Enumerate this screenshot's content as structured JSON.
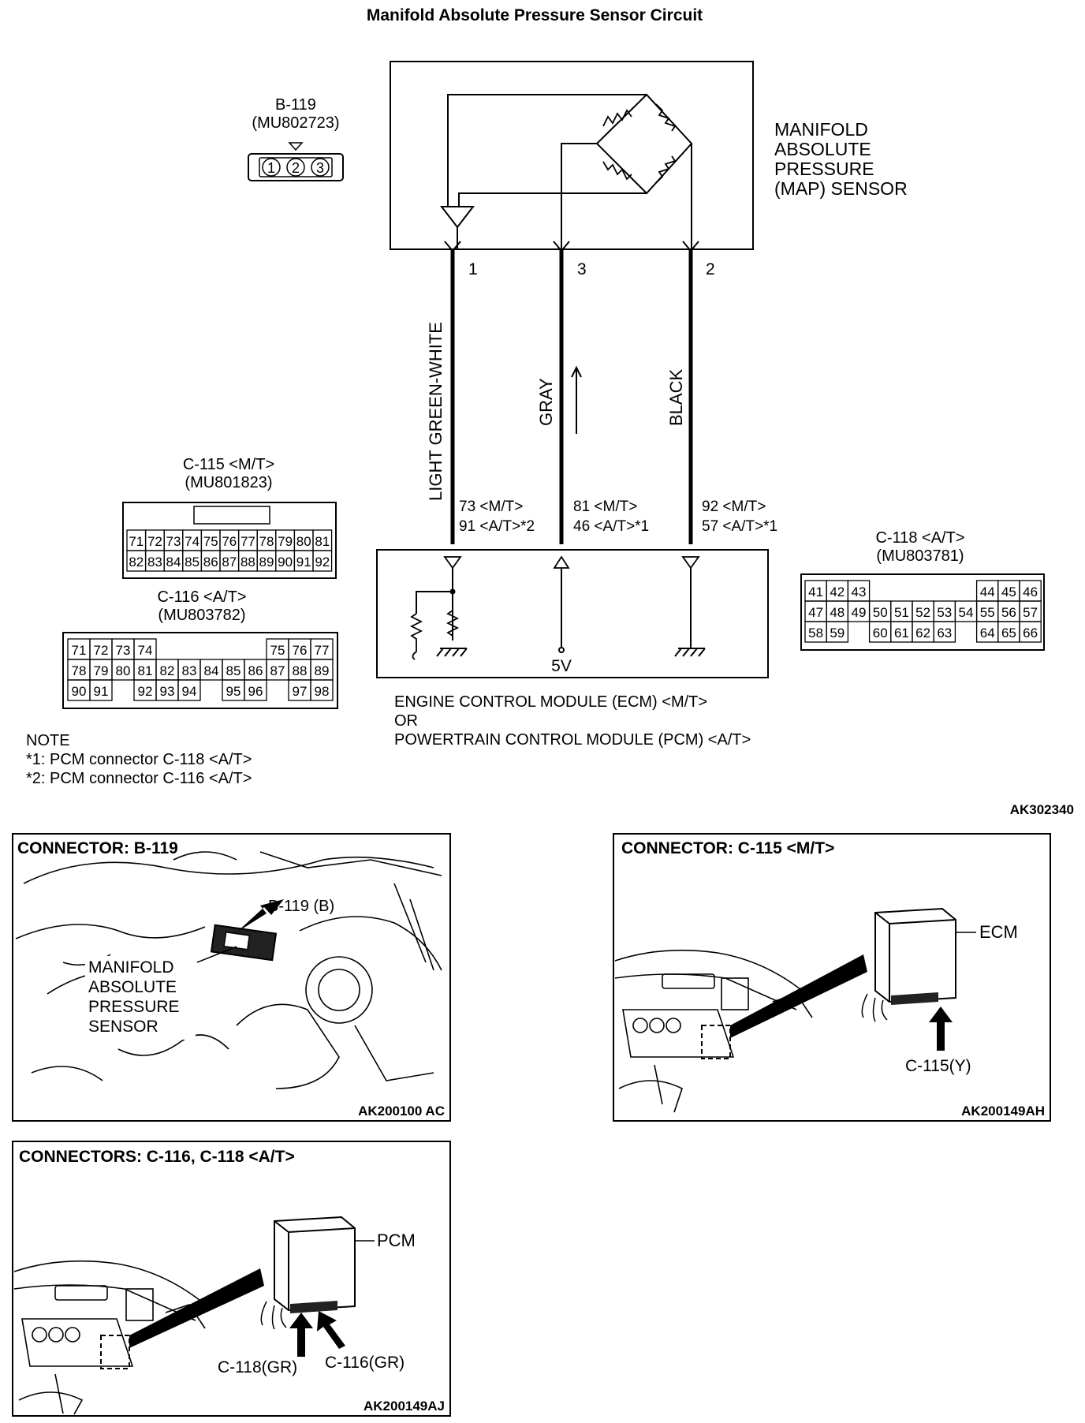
{
  "title": "Manifold Absolute Pressure Sensor Circuit",
  "b119": {
    "name": "B-119",
    "part": "(MU802723)",
    "pins": [
      "1",
      "2",
      "3"
    ]
  },
  "sensor": {
    "lines": [
      "MANIFOLD",
      "ABSOLUTE",
      "PRESSURE",
      "(MAP) SENSOR"
    ],
    "pin_a": "1",
    "pin_b": "3",
    "pin_c": "2"
  },
  "wires": {
    "left": "LIGHT GREEN-WHITE",
    "mid": "GRAY",
    "right": "BLACK"
  },
  "terminals": {
    "left": [
      "73 <M/T>",
      "91 <A/T>*2"
    ],
    "mid": [
      "81 <M/T>",
      "46 <A/T>*1"
    ],
    "right": [
      "92 <M/T>",
      "57 <A/T>*1"
    ]
  },
  "ecm": {
    "supply": "5V",
    "lines": [
      "ENGINE CONTROL MODULE (ECM) <M/T>",
      "OR",
      "POWERTRAIN CONTROL MODULE (PCM) <A/T>"
    ]
  },
  "c115": {
    "name": "C-115 <M/T>",
    "part": "(MU801823)",
    "rows": [
      [
        "71",
        "72",
        "73",
        "74",
        "75",
        "76",
        "77",
        "78",
        "79",
        "80",
        "81"
      ],
      [
        "82",
        "83",
        "84",
        "85",
        "86",
        "87",
        "88",
        "89",
        "90",
        "91",
        "92"
      ]
    ]
  },
  "c116": {
    "name": "C-116 <A/T>",
    "part": "(MU803782)",
    "rows": [
      [
        "71",
        "72",
        "73",
        "74",
        "",
        "",
        "",
        "",
        "",
        "75",
        "76",
        "77"
      ],
      [
        "78",
        "79",
        "80",
        "81",
        "82",
        "83",
        "84",
        "85",
        "86",
        "87",
        "88",
        "89"
      ],
      [
        "90",
        "91",
        "",
        "92",
        "93",
        "94",
        "",
        "95",
        "96",
        "",
        "97",
        "98"
      ]
    ]
  },
  "c118": {
    "name": "C-118 <A/T>",
    "part": "(MU803781)",
    "rows": [
      [
        "41",
        "42",
        "43",
        "",
        "",
        "",
        "",
        "",
        "44",
        "45",
        "46"
      ],
      [
        "47",
        "48",
        "49",
        "50",
        "51",
        "52",
        "53",
        "54",
        "55",
        "56",
        "57"
      ],
      [
        "58",
        "59",
        "",
        "60",
        "61",
        "62",
        "63",
        "",
        "64",
        "65",
        "66"
      ]
    ]
  },
  "note": {
    "heading": "NOTE",
    "lines": [
      "*1: PCM connector C-118 <A/T>",
      "*2: PCM connector C-116 <A/T>"
    ]
  },
  "figure_code": "AK302340",
  "panels": {
    "b119": {
      "title": "CONNECTOR: B-119",
      "callout": "B-119 (B)",
      "label_lines": [
        "MANIFOLD",
        "ABSOLUTE",
        "PRESSURE",
        "SENSOR"
      ],
      "code": "AK200100 AC"
    },
    "c115": {
      "title": "CONNECTOR: C-115 <M/T>",
      "module": "ECM",
      "callout": "C-115(Y)",
      "code": "AK200149AH"
    },
    "c116": {
      "title": "CONNECTORS: C-116, C-118 <A/T>",
      "module": "PCM",
      "callout_a": "C-118(GR)",
      "callout_b": "C-116(GR)",
      "code": "AK200149AJ"
    }
  }
}
